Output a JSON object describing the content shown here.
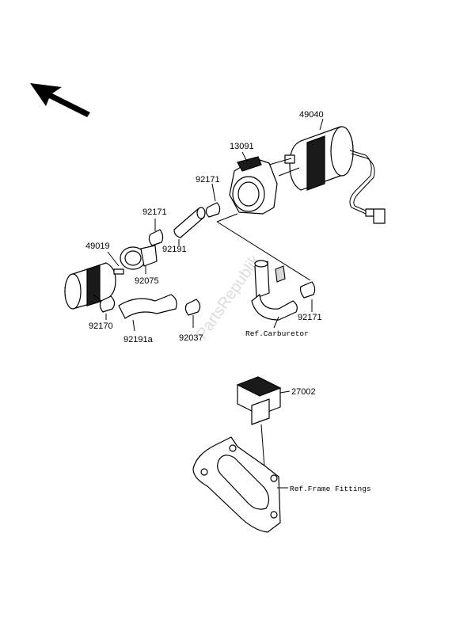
{
  "watermark": "PartsRepublik",
  "parts": {
    "p49040": "49040",
    "p13091": "13091",
    "p92171_top": "92171",
    "p92171_left": "92171",
    "p92191": "92191",
    "p49019": "49019",
    "p92075": "92075",
    "p92171_right": "92171",
    "p92170": "92170",
    "p92191a": "92191a",
    "p92037": "92037",
    "p27002": "27002"
  },
  "refs": {
    "carburetor": "Ref.Carburetor",
    "frame_fittings": "Ref.Frame Fittings"
  },
  "icons": {
    "direction": "front-direction-arrow-icon"
  }
}
